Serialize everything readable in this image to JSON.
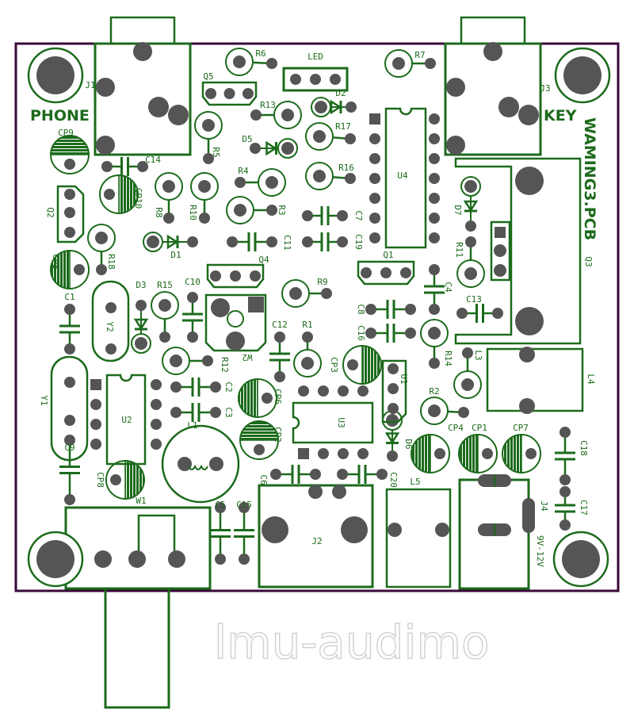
{
  "board": {
    "title": "WAMING3.PCB",
    "silkscreen": {
      "phone": "PHONE",
      "key": "KEY",
      "supply": "9V-12V"
    },
    "colors": {
      "silkscreen": "#1c6b1c",
      "pad": "#555555",
      "outline": "#3a0a3a",
      "background": "#ffffff"
    },
    "watermark": "lmu-audimo"
  },
  "components": [
    "J1",
    "J2",
    "J3",
    "J4",
    "R1",
    "R2",
    "R3",
    "R4",
    "R5",
    "R6",
    "R7",
    "R8",
    "R9",
    "R10",
    "R11",
    "R12",
    "R13",
    "R14",
    "R15",
    "R16",
    "R17",
    "R18",
    "C1",
    "C2",
    "C3",
    "C4",
    "C5",
    "C6",
    "C7",
    "C8",
    "C9",
    "C10",
    "C11",
    "C12",
    "C13",
    "C14",
    "C15",
    "C16",
    "C17",
    "C18",
    "C19",
    "C20",
    "CP1",
    "CP2",
    "CP3",
    "CP4",
    "CP5",
    "CP6",
    "CP7",
    "CP8",
    "CP9",
    "CP10",
    "D1",
    "D2",
    "D3",
    "D5",
    "D6",
    "D7",
    "Q1",
    "Q2",
    "Q3",
    "Q4",
    "Q5",
    "U1",
    "U2",
    "U3",
    "U4",
    "W1",
    "W2",
    "Y1",
    "Y2",
    "L1",
    "L3",
    "L4",
    "L5",
    "LED"
  ]
}
